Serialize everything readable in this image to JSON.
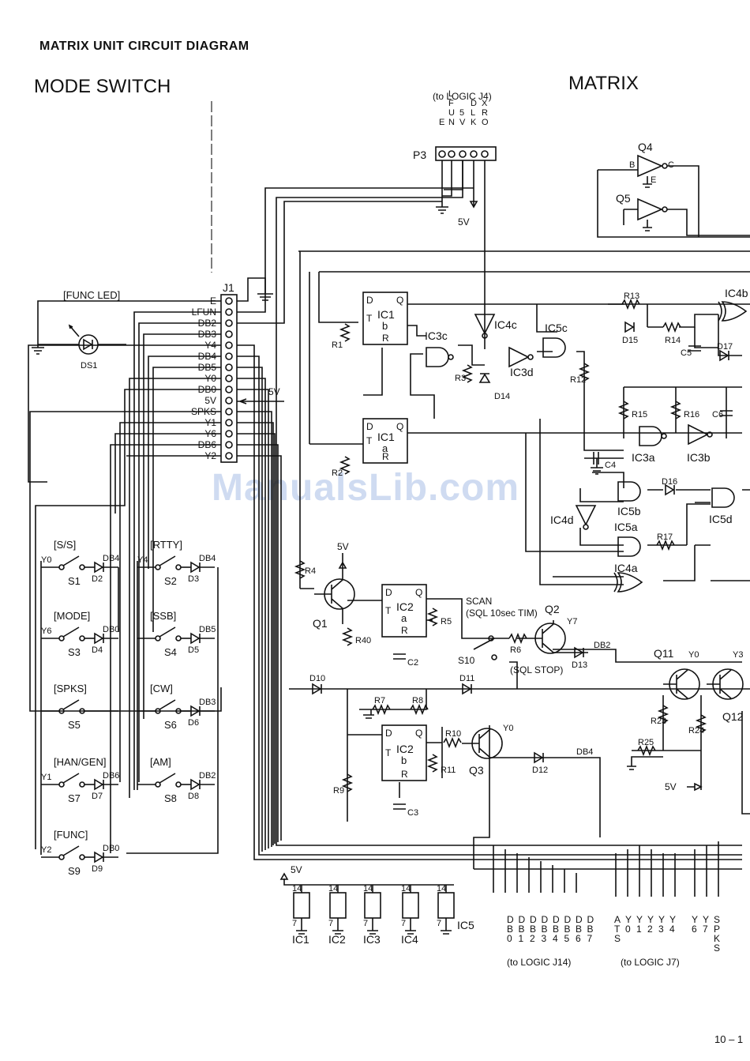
{
  "title": "MATRIX UNIT CIRCUIT DIAGRAM",
  "sections": {
    "mode_switch": "MODE SWITCH",
    "matrix": "MATRIX"
  },
  "page_number": "10 – 1",
  "watermark": "ManualsLib.com",
  "p3": {
    "ref": "P3",
    "note": "(to LOGIC J4)",
    "pin_labels": [
      "E",
      "LFUN",
      "5V",
      "DLK",
      "XRO"
    ],
    "voltage": "5V"
  },
  "j1": {
    "ref": "J1",
    "pins": [
      "E",
      "LFUN",
      "DB2",
      "DB3",
      "Y4",
      "DB4",
      "DB5",
      "Y0",
      "DB0",
      "5V",
      "SPKS",
      "Y1",
      "Y6",
      "DB6",
      "Y2"
    ],
    "supply": "5V"
  },
  "func_led": {
    "label": "[FUNC LED]",
    "ref": "DS1"
  },
  "switches": [
    {
      "label": "[S/S]",
      "ref": "S1",
      "y": "Y0",
      "diode": "D2",
      "db": "DB4"
    },
    {
      "label": "[RTTY]",
      "ref": "S2",
      "y": "Y4",
      "diode": "D3",
      "db": "DB4"
    },
    {
      "label": "[MODE]",
      "ref": "S3",
      "y": "Y6",
      "diode": "D4",
      "db": "DB0"
    },
    {
      "label": "[SSB]",
      "ref": "S4",
      "y": "",
      "diode": "D5",
      "db": "DB5"
    },
    {
      "label": "[SPKS]",
      "ref": "S5",
      "y": "",
      "diode": "",
      "db": ""
    },
    {
      "label": "[CW]",
      "ref": "S6",
      "y": "",
      "diode": "D6",
      "db": "DB3"
    },
    {
      "label": "[HAN/GEN]",
      "ref": "S7",
      "y": "Y1",
      "diode": "D7",
      "db": "DB6"
    },
    {
      "label": "[AM]",
      "ref": "S8",
      "y": "",
      "diode": "D8",
      "db": "DB2"
    },
    {
      "label": "[FUNC]",
      "ref": "S9",
      "y": "Y2",
      "diode": "D9",
      "db": "DB0"
    }
  ],
  "gates": [
    "IC3c",
    "IC4c",
    "IC5c",
    "IC3d",
    "IC3a",
    "IC3b",
    "IC5b",
    "IC4d",
    "IC5a",
    "IC5d",
    "IC4a",
    "IC4b"
  ],
  "flipflops": [
    {
      "ref": "IC1",
      "sub": "b"
    },
    {
      "ref": "IC1",
      "sub": "a"
    },
    {
      "ref": "IC2",
      "sub": "a"
    },
    {
      "ref": "IC2",
      "sub": "b"
    }
  ],
  "transistors": [
    "Q1",
    "Q2",
    "Q3",
    "Q4",
    "Q5",
    "Q11",
    "Q12"
  ],
  "resistors": [
    "R1",
    "R2",
    "R3",
    "R4",
    "R5",
    "R6",
    "R7",
    "R8",
    "R9",
    "R10",
    "R11",
    "R12",
    "R13",
    "R14",
    "R15",
    "R16",
    "R17",
    "R23",
    "R24",
    "R25",
    "R40"
  ],
  "capacitors": [
    "C2",
    "C3",
    "C4",
    "C5",
    "C6"
  ],
  "diodes": [
    "D10",
    "D11",
    "D12",
    "D13",
    "D14",
    "D15",
    "D16",
    "D17"
  ],
  "scan": {
    "label": "SCAN",
    "sub": "(SQL 10sec TIM)",
    "switch": "S10",
    "stop": "(SQL STOP)"
  },
  "net_labels": {
    "y7": "Y7",
    "db2": "DB2",
    "y0": "Y0",
    "db4": "DB4",
    "y3": "Y3",
    "v5": "5V"
  },
  "ic_packages": [
    {
      "ref": "IC1",
      "vcc_pin": "14",
      "gnd_pin": "7"
    },
    {
      "ref": "IC2",
      "vcc_pin": "14",
      "gnd_pin": "7"
    },
    {
      "ref": "IC3",
      "vcc_pin": "14",
      "gnd_pin": "7"
    },
    {
      "ref": "IC4",
      "vcc_pin": "14",
      "gnd_pin": "7"
    },
    {
      "ref": "IC5",
      "vcc_pin": "14",
      "gnd_pin": "7"
    }
  ],
  "ic_supply": "5V",
  "logic_j14": {
    "note": "(to LOGIC J14)",
    "signals": [
      "DB0",
      "DB1",
      "DB2",
      "DB3",
      "DB4",
      "DB5",
      "DB6",
      "DB7"
    ]
  },
  "logic_j7": {
    "note": "(to LOGIC J7)",
    "signals": [
      "ATS",
      "Y0",
      "Y1",
      "Y2",
      "Y3",
      "Y4",
      "Y6",
      "Y7",
      "SPKS"
    ]
  }
}
